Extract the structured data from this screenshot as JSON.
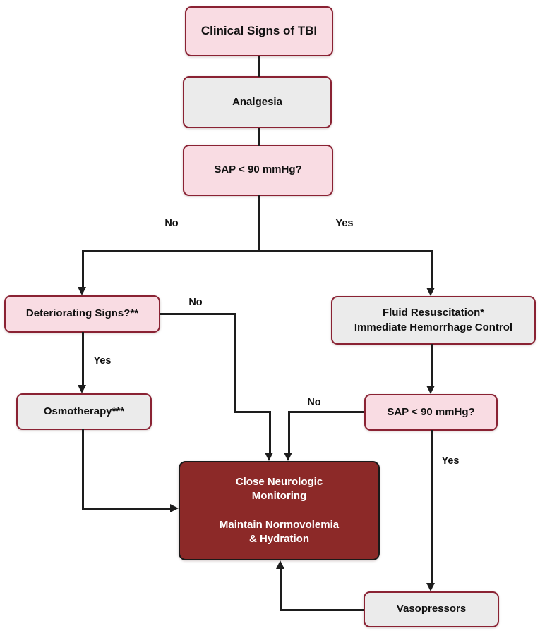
{
  "diagram": {
    "kind": "flowchart",
    "topic": "Clinical Signs of TBI management algorithm"
  },
  "nodes": {
    "clinical": {
      "label": "Clinical Signs of TBI"
    },
    "analgesia": {
      "label": "Analgesia"
    },
    "sap1": {
      "label": "SAP < 90 mmHg?"
    },
    "deteriorating": {
      "label": "Deteriorating Signs?**"
    },
    "fluid": {
      "label": "Fluid Resuscitation*\nImmediate Hemorrhage Control"
    },
    "osmotherapy": {
      "label": "Osmotherapy***"
    },
    "sap2": {
      "label": "SAP < 90 mmHg?"
    },
    "monitoring": {
      "label1": "Close Neurologic\nMonitoring",
      "label2": "Maintain Normovolemia\n& Hydration"
    },
    "vasopressors": {
      "label": "Vasopressors"
    }
  },
  "edges": {
    "sap1_no": "No",
    "sap1_yes": "Yes",
    "det_no": "No",
    "det_yes": "Yes",
    "sap2_no": "No",
    "sap2_yes": "Yes"
  },
  "colors": {
    "decision_fill": "#f9dce3",
    "action_fill": "#ebebeb",
    "outcome_fill": "#8c2928",
    "node_border": "#8a2233",
    "outcome_border": "#1a1a1a",
    "connector": "#1d1d1d",
    "outcome_text": "#ffffff",
    "text": "#111111"
  }
}
